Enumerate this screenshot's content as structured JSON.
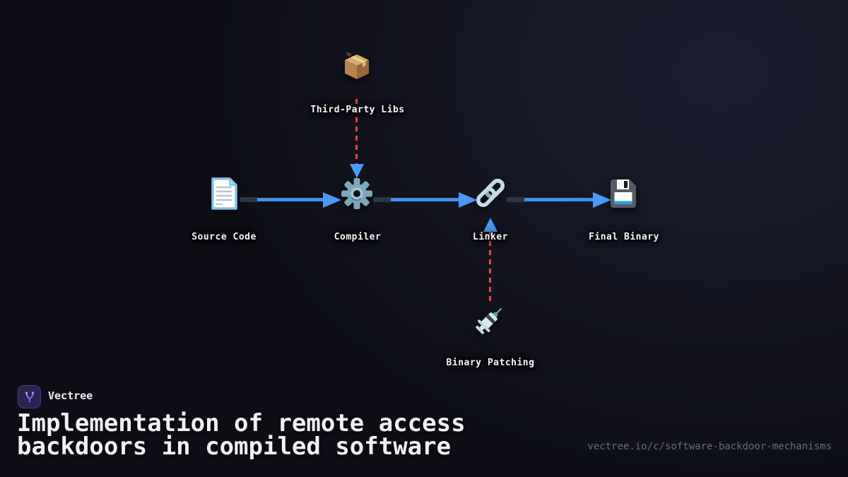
{
  "colors": {
    "background": "#0e0f16",
    "background_glow": "#1c1e31",
    "edge_blue": "#4090f0",
    "edge_dark_tail": "#2a3547",
    "dashed_red": "#ef4444",
    "node_label_text": "#f5f6f8",
    "title_text": "#eff1f4",
    "url_text": "#666d7b",
    "logo_background": "#2b2452",
    "logo_glyph_purple": "#8b5cf6"
  },
  "diagram": {
    "nodes": [
      {
        "id": "third-party-libs",
        "label": "Third-Party Libs",
        "icon": "package-icon"
      },
      {
        "id": "source-code",
        "label": "Source Code",
        "icon": "document-icon"
      },
      {
        "id": "compiler",
        "label": "Compiler",
        "icon": "gear-icon"
      },
      {
        "id": "linker",
        "label": "Linker",
        "icon": "chain-link-icon"
      },
      {
        "id": "final-binary",
        "label": "Final Binary",
        "icon": "floppy-disk-icon"
      },
      {
        "id": "binary-patching",
        "label": "Binary Patching",
        "icon": "syringe-icon"
      }
    ],
    "edges": [
      {
        "from": "source-code",
        "to": "compiler",
        "style": "solid-blue-arrow"
      },
      {
        "from": "compiler",
        "to": "linker",
        "style": "solid-blue-arrow"
      },
      {
        "from": "linker",
        "to": "final-binary",
        "style": "solid-blue-arrow"
      },
      {
        "from": "third-party-libs",
        "to": "compiler",
        "style": "dashed-red-arrow"
      },
      {
        "from": "binary-patching",
        "to": "linker",
        "style": "dashed-red-arrow"
      }
    ]
  },
  "footer": {
    "brand": "Vectree",
    "title_line1": "Implementation of remote access",
    "title_line2": "backdoors in compiled software",
    "url": "vectree.io/c/software-backdoor-mechanisms"
  }
}
